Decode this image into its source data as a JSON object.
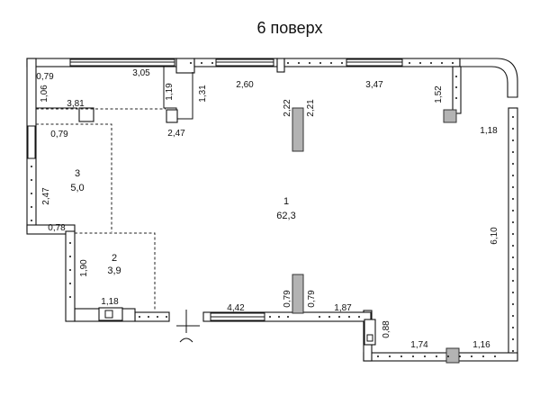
{
  "title": "6 поверх",
  "rooms": [
    {
      "id": "1",
      "area": "62,3"
    },
    {
      "id": "2",
      "area": "3,9"
    },
    {
      "id": "3",
      "area": "5,0"
    }
  ],
  "dimensions": {
    "d_079_top": "0,79",
    "d_305": "3,05",
    "d_106": "1,06",
    "d_119": "1,19",
    "d_131": "1,31",
    "d_260": "2,60",
    "d_347": "3,47",
    "d_152": "1,52",
    "d_381": "3,81",
    "d_222": "2,22",
    "d_221": "2,21",
    "d_079_left": "0,79",
    "d_247_small": "2,47",
    "d_118_right": "1,18",
    "d_247_side": "2,47",
    "d_078": "0,78",
    "d_610": "6,10",
    "d_190": "1,90",
    "d_118_bottom": "1,18",
    "d_442": "4,42",
    "d_079_a": "0,79",
    "d_079_b": "0,79",
    "d_187": "1,87",
    "d_088": "0,88",
    "d_174": "1,74",
    "d_116": "1,16"
  },
  "colors": {
    "wall": "#111111",
    "column": "#b3b3b3",
    "background": "#ffffff"
  }
}
